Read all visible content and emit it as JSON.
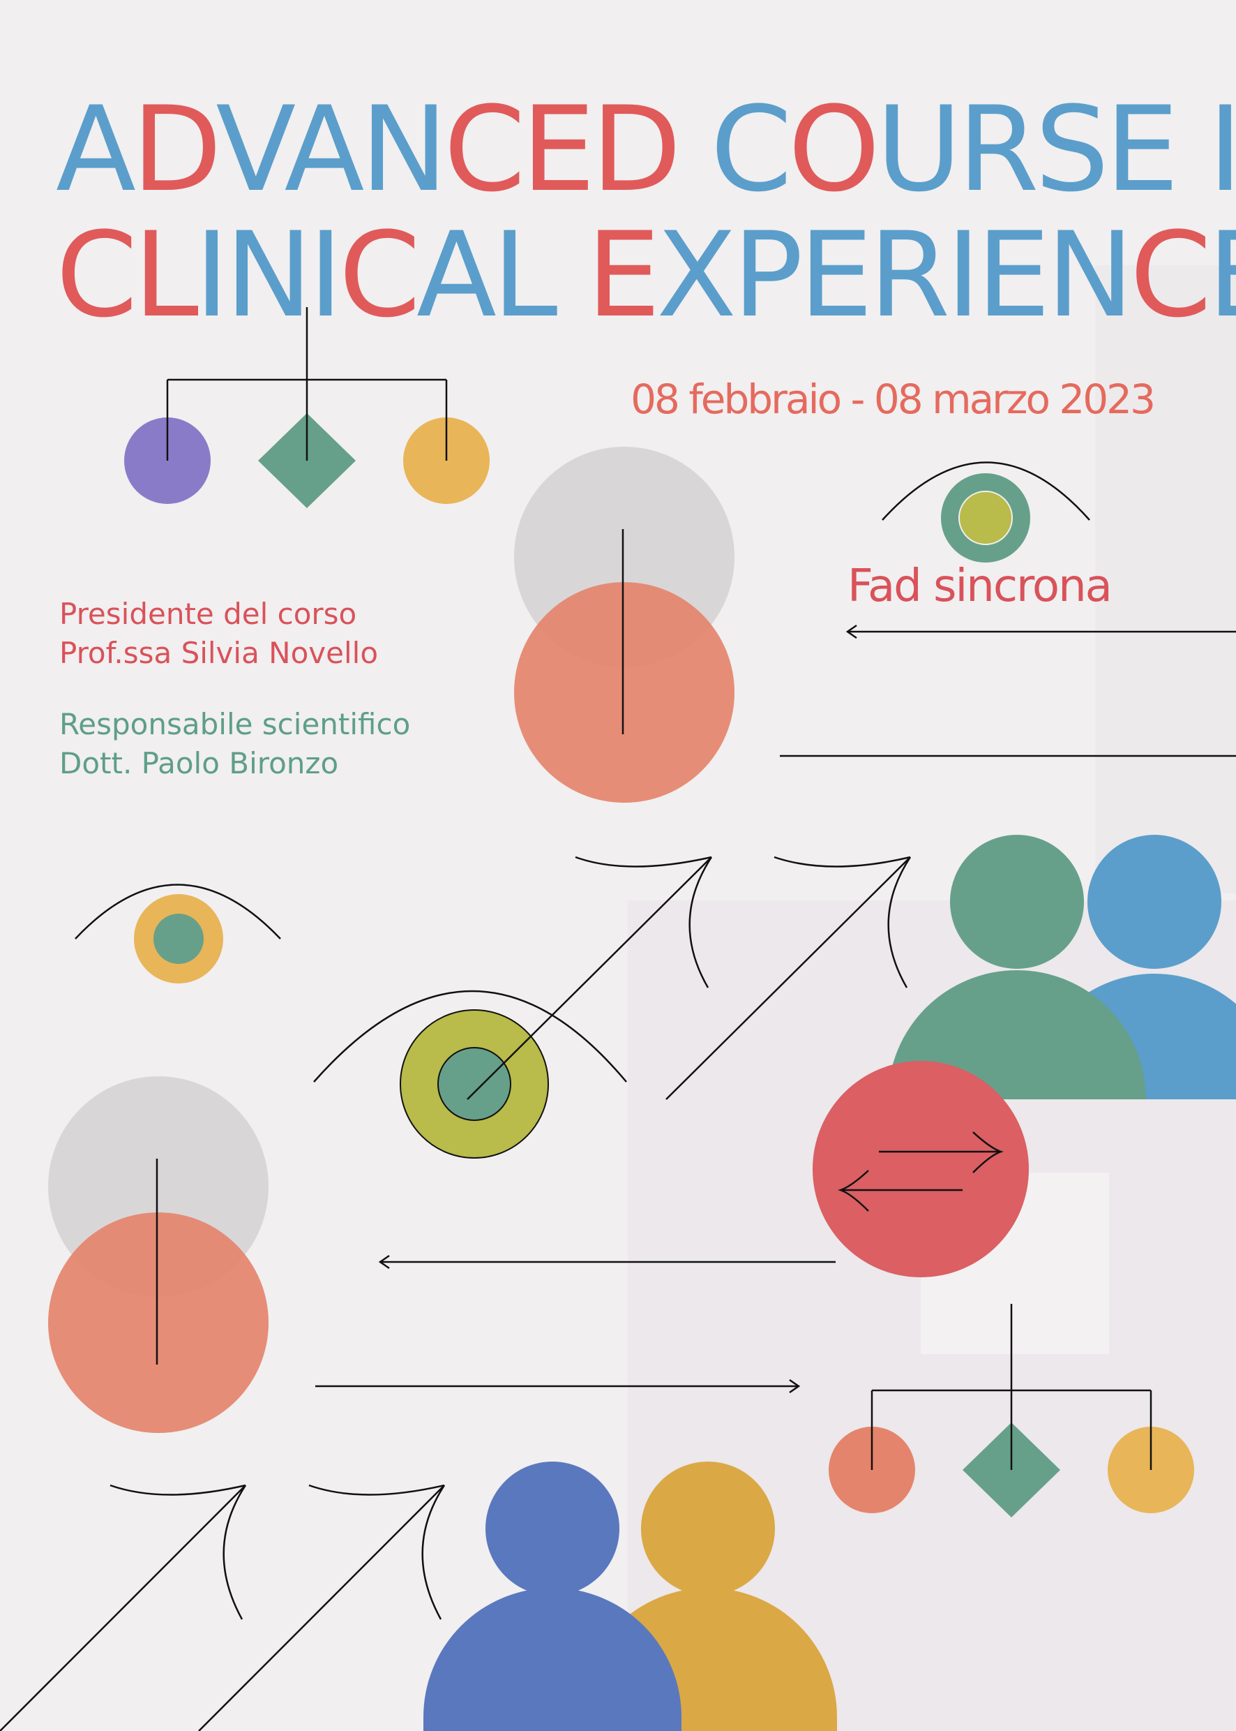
{
  "title": {
    "line1": [
      {
        "text": "A",
        "color": "#5b9ecb"
      },
      {
        "text": "D",
        "color": "#e05a5a"
      },
      {
        "text": "VAN",
        "color": "#5b9ecb"
      },
      {
        "text": "CED",
        "color": "#e05a5a"
      },
      {
        "text": " C",
        "color": "#5b9ecb"
      },
      {
        "text": "O",
        "color": "#e05a5a"
      },
      {
        "text": "URSE IN",
        "color": "#5b9ecb"
      }
    ],
    "line2": [
      {
        "text": "CL",
        "color": "#e05a5a"
      },
      {
        "text": "INI",
        "color": "#5b9ecb"
      },
      {
        "text": "C",
        "color": "#e05a5a"
      },
      {
        "text": "AL ",
        "color": "#5b9ecb"
      },
      {
        "text": "E",
        "color": "#e05a5a"
      },
      {
        "text": "XPERIEN",
        "color": "#5b9ecb"
      },
      {
        "text": "C",
        "color": "#e05a5a"
      },
      {
        "text": "E",
        "color": "#5b9ecb"
      }
    ]
  },
  "dates": "08 febbraio - 08 marzo 2023",
  "mode": "Fad sincrona",
  "president": {
    "role": "Presidente del corso",
    "name": "Prof.ssa Silvia Novello"
  },
  "scientific": {
    "role": "Responsabile scientifico",
    "name": "Dott. Paolo Bironzo"
  },
  "colors": {
    "background": "#f1eff0",
    "blue": "#5b9ecb",
    "red": "#e05a5a",
    "coral": "#e5846c",
    "green": "#66a08a",
    "yellow": "#e8b558",
    "purple": "#8a7bc8",
    "olive": "#b9bb4a",
    "navy": "#5a78be",
    "gold": "#dba846",
    "crimson": "#db5f63"
  }
}
